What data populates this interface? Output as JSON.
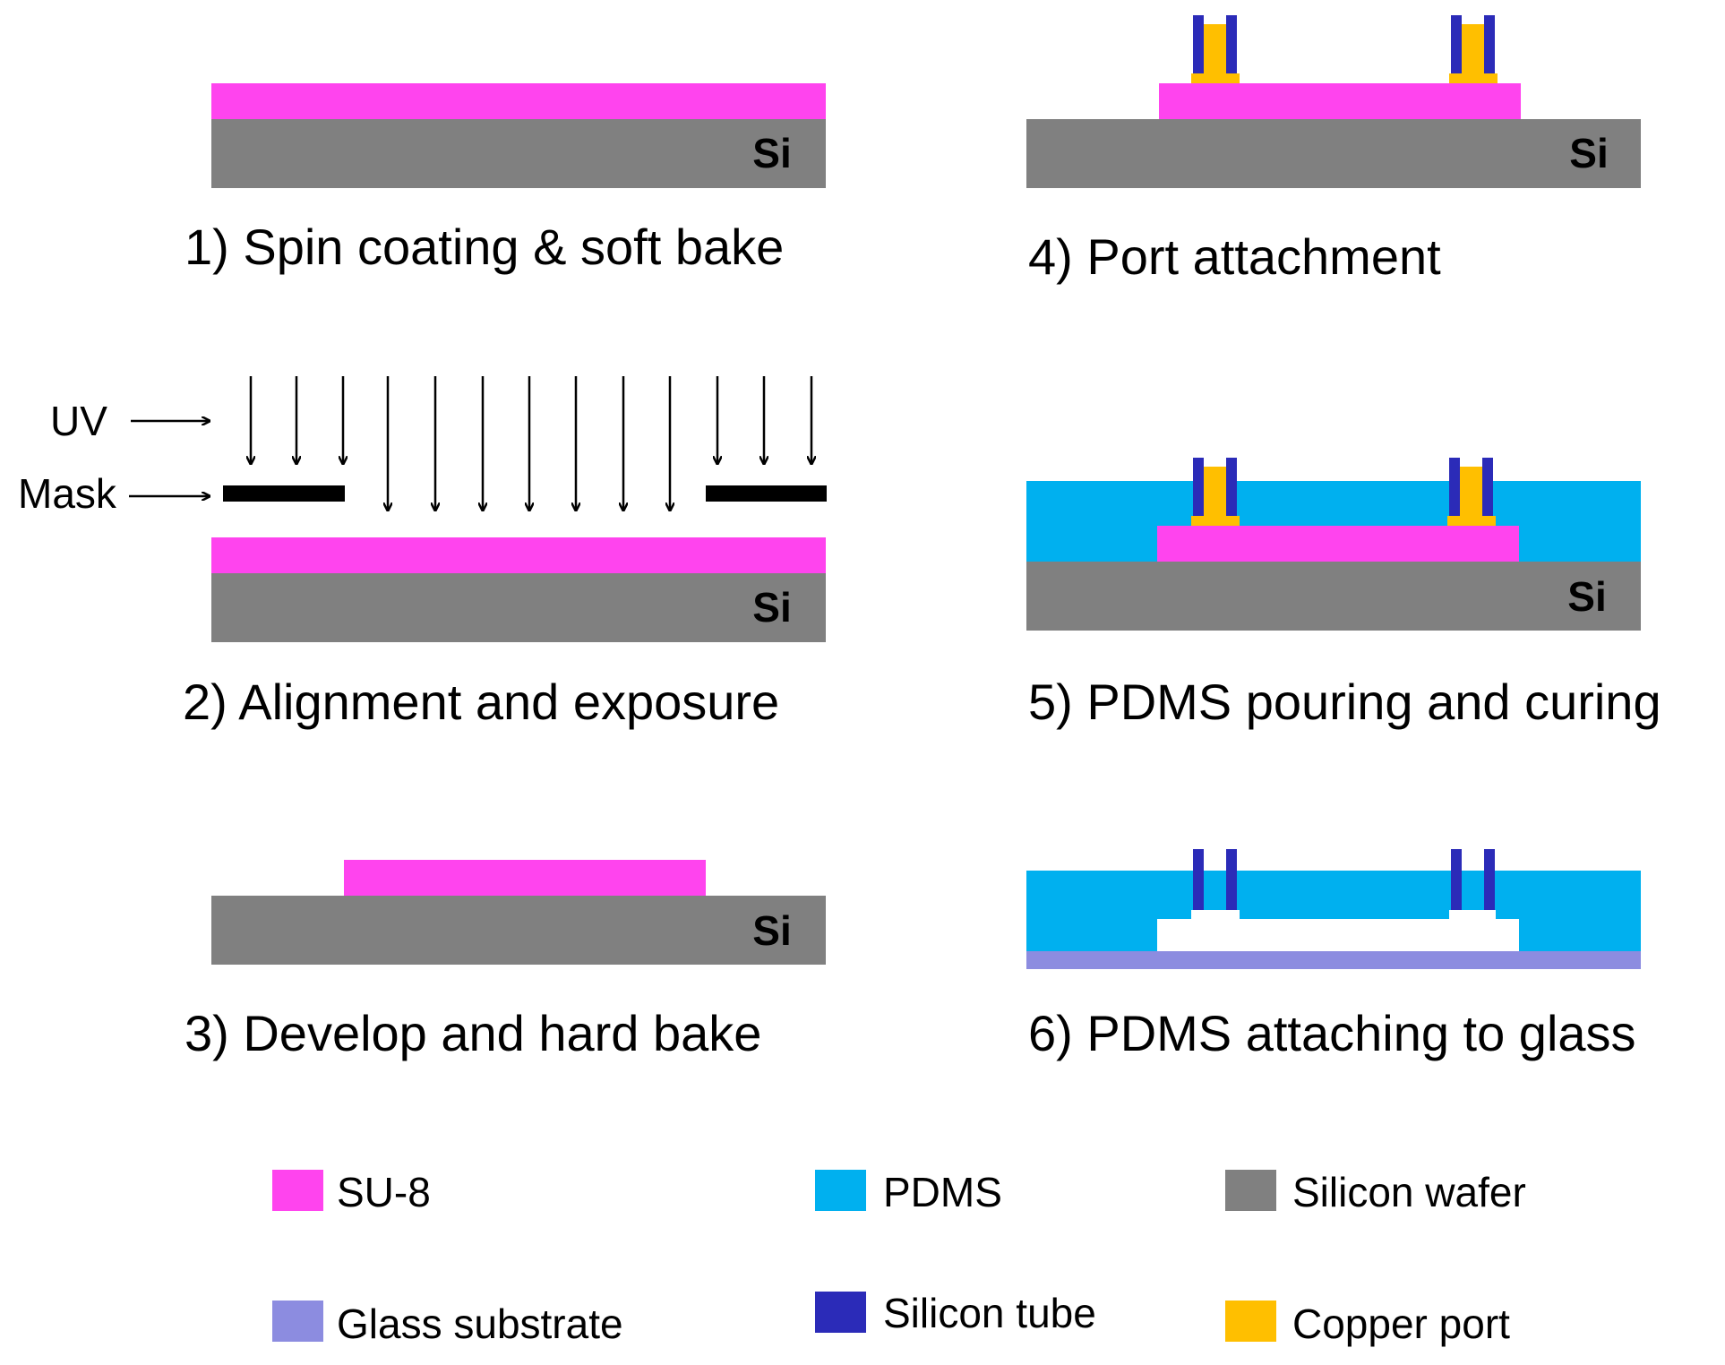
{
  "colors": {
    "su8": "#ff44ee",
    "si": "#808080",
    "pdms": "#00b0ef",
    "tube": "#2b2bb8",
    "copper": "#ffbf00",
    "glass": "#8c8ce0",
    "mask": "#000000"
  },
  "steps": [
    {
      "caption": "1) Spin coating & soft bake",
      "si_label": "Si"
    },
    {
      "caption": "2) Alignment and exposure",
      "si_label": "Si",
      "uv_label": "UV",
      "mask_label": "Mask"
    },
    {
      "caption": "3) Develop and hard bake",
      "si_label": "Si"
    },
    {
      "caption": "4) Port attachment",
      "si_label": "Si"
    },
    {
      "caption": "5) PDMS pouring and curing",
      "si_label": "Si"
    },
    {
      "caption": "6) PDMS attaching to glass"
    }
  ],
  "legend": [
    {
      "label": "SU-8",
      "color": "#ff44ee"
    },
    {
      "label": "PDMS",
      "color": "#00b0ef"
    },
    {
      "label": "Silicon wafer",
      "color": "#808080"
    },
    {
      "label": "Glass substrate",
      "color": "#8c8ce0"
    },
    {
      "label": "Silicon tube",
      "color": "#2b2bb8"
    },
    {
      "label": "Copper port",
      "color": "#ffbf00"
    }
  ]
}
